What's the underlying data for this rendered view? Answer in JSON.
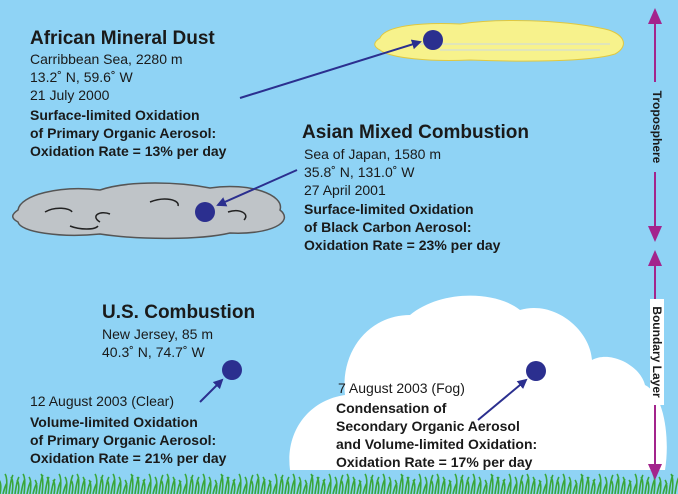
{
  "african": {
    "title": "African Mineral Dust",
    "location": "Carribbean Sea, 2280 m",
    "coords": "13.2˚ N, 59.6˚ W",
    "date": "21 July 2000",
    "line1": "Surface-limited Oxidation",
    "line2": "of Primary Organic Aerosol:",
    "line3": "Oxidation Rate = 13% per day"
  },
  "asian": {
    "title": "Asian Mixed Combustion",
    "location": "Sea of Japan, 1580 m",
    "coords": "35.8˚ N, 131.0˚ W",
    "date": "27 April 2001",
    "line1": "Surface-limited Oxidation",
    "line2": "of Black Carbon Aerosol:",
    "line3": "Oxidation Rate = 23% per day"
  },
  "us": {
    "title": "U.S. Combustion",
    "location": "New Jersey, 85 m",
    "coords": "40.3˚ N, 74.7˚ W"
  },
  "clear": {
    "date": "12 August 2003 (Clear)",
    "line1": "Volume-limited Oxidation",
    "line2": "of Primary Organic Aerosol:",
    "line3": "Oxidation Rate = 21% per day"
  },
  "fog": {
    "date": "7 August 2003 (Fog)",
    "line1": "Condensation of",
    "line2": "Secondary Organic Aerosol",
    "line3": "and Volume-limited Oxidation:",
    "line4": "Oxidation Rate = 17% per day"
  },
  "axis": {
    "troposphere": "Troposphere",
    "boundary": "Boundary Layer"
  },
  "colors": {
    "sky": "#8fd3f5",
    "particle": "#2b2f8f",
    "layer_arrow": "#a3248c",
    "grass": "#3aa63a"
  }
}
